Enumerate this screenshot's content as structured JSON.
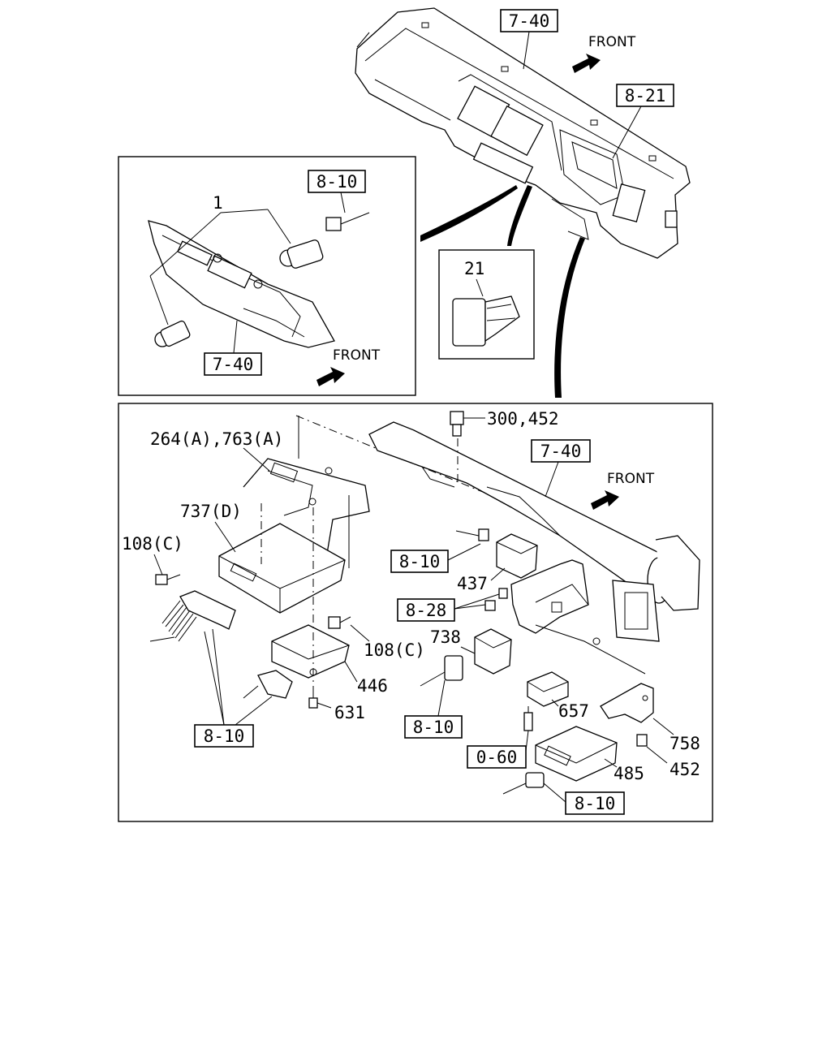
{
  "references": {
    "top_panel": "7-40",
    "top_meter": "8-21",
    "inset_connector": "8-10",
    "inset_panel": "7-40",
    "main_panel": "7-40",
    "main_relay_connector": "8-10",
    "main_ground": "8-28",
    "main_harness_left": "8-10",
    "main_harness_mid": "8-10",
    "main_bolt": "0-60",
    "main_harness_bottom": "8-10"
  },
  "direction_labels": {
    "top": "FRONT",
    "inset": "FRONT",
    "main": "FRONT"
  },
  "part_numbers": {
    "switch_assembly": "1",
    "switch_21": "21",
    "bolt_top": "300,452",
    "bracket_a": "264(A),763(A)",
    "controller": "737(D)",
    "bolt_left": "108(C)",
    "bolt_right": "108(C)",
    "relay": "437",
    "module_738": "738",
    "unit_446": "446",
    "screw_631": "631",
    "module_657": "657",
    "bracket_758": "758",
    "bolt_452": "452",
    "module_485": "485"
  }
}
